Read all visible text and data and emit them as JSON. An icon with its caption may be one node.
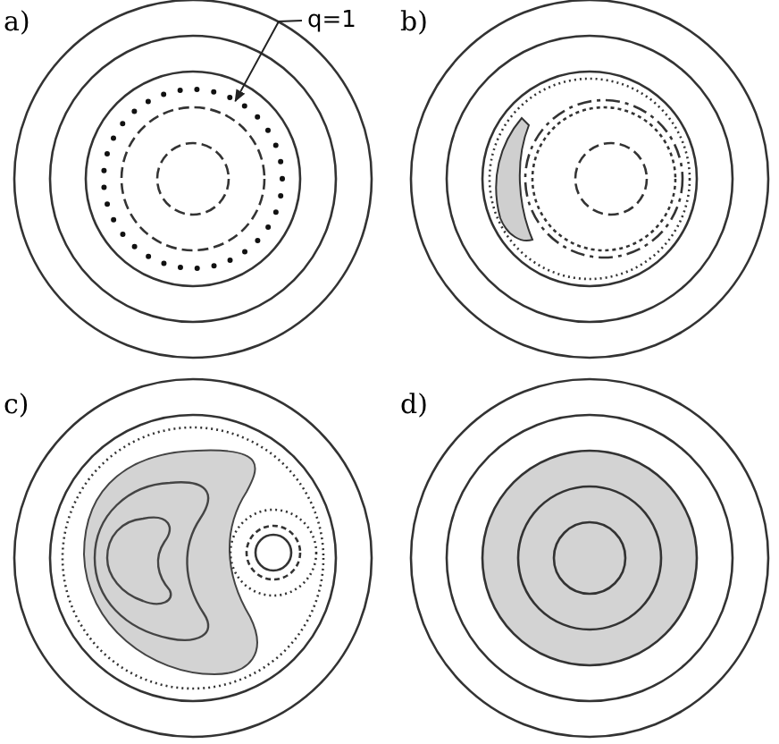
{
  "diagram": {
    "nodes": [
      {
        "text": [
          "q=1"
        ]
      },
      {
        "text": [],
        "shape": "circle"
      }
    ],
    "edges": [
      {
        "from": 0,
        "to": 1,
        "arrow": "to"
      }
    ],
    "labels": [
      "a)",
      "b)",
      "c)",
      "d)"
    ]
  }
}
